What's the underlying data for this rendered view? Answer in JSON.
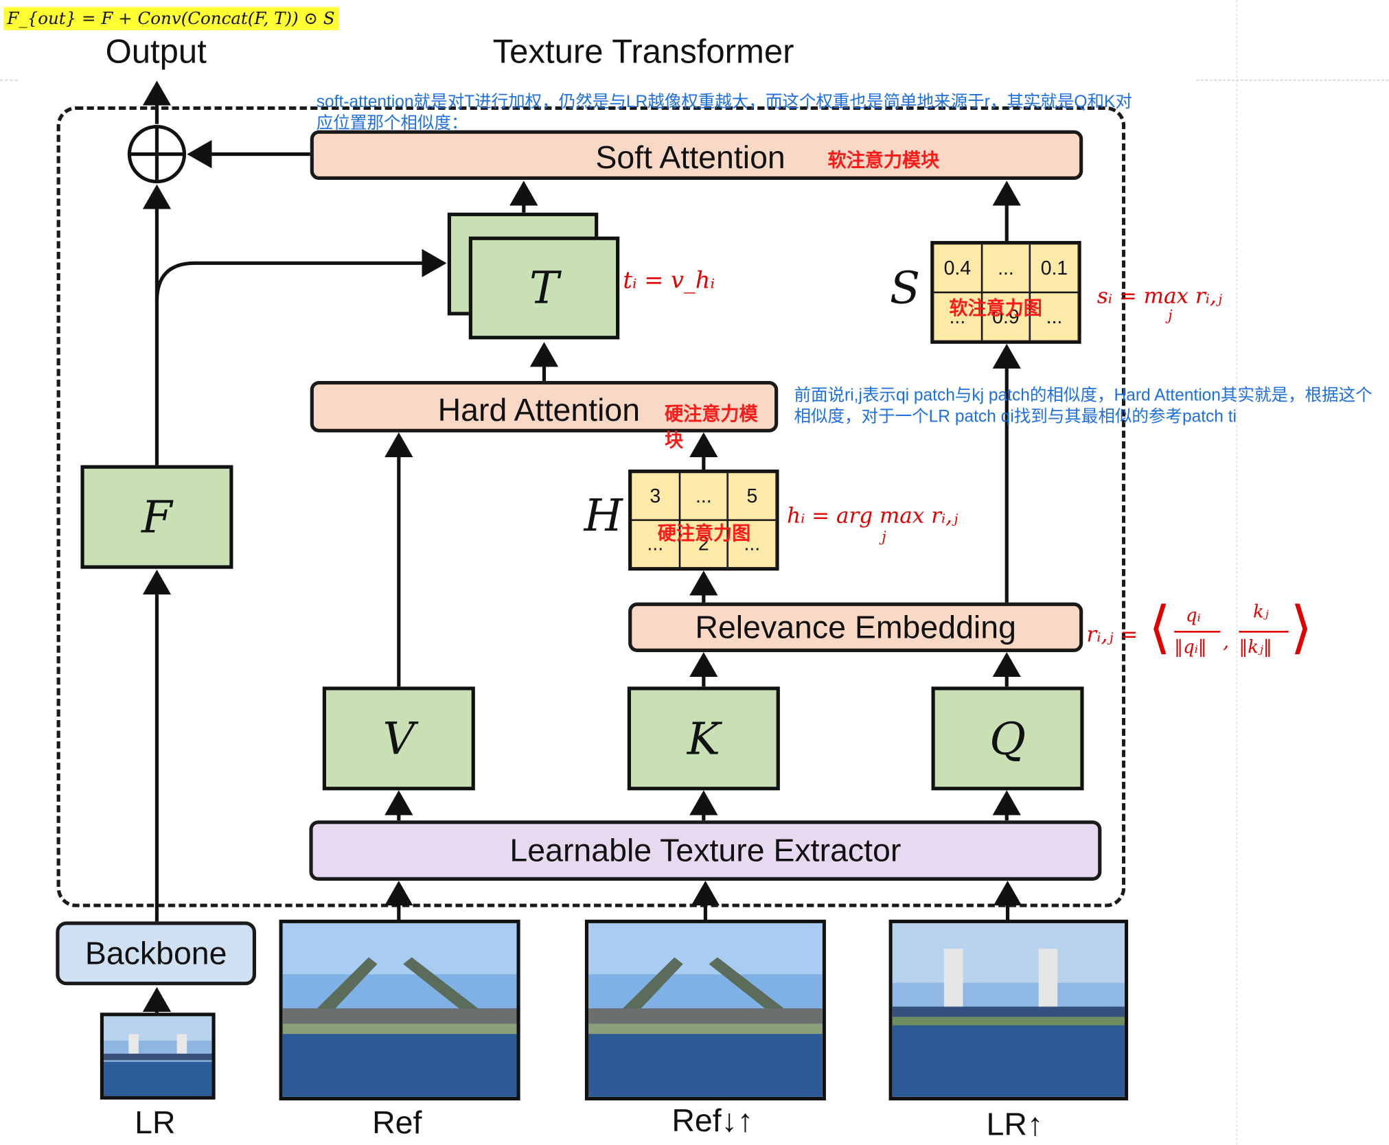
{
  "formula": "F_{out} = F + Conv(Concat(F, T)) ⊙ S",
  "labels": {
    "output": "Output",
    "title": "Texture Transformer",
    "soft_attention": "Soft Attention",
    "hard_attention": "Hard Attention",
    "relevance_embedding": "Relevance Embedding",
    "lte": "Learnable Texture Extractor",
    "backbone": "Backbone",
    "F": "F",
    "T": "T",
    "V": "V",
    "K": "K",
    "Q": "Q",
    "S": "S",
    "H": "H",
    "in_lr": "LR",
    "in_ref": "Ref",
    "in_ref_du": "Ref↓↑",
    "in_lr_up": "LR↑"
  },
  "annotations": {
    "soft_cn": "软注意力模块",
    "hard_cn": "硬注意力模块",
    "soft_map_cn": "软注意力图",
    "hard_map_cn": "硬注意力图",
    "note_soft": "soft-attention就是对T进行加权，仍然是与LR越像权重越大，而这个权重也是简单地来源于r，其实就是Q和K对应位置那个相似度：",
    "note_hard": "前面说ri,j表示qi patch与kj patch的相似度，Hard Attention其实就是，根据这个相似度，对于一个LR patch qi找到与其最相似的参考patch ti"
  },
  "s_grid": [
    "0.4",
    "...",
    "0.1",
    "...",
    "0.9",
    "..."
  ],
  "h_grid": [
    "3",
    "...",
    "5",
    "...",
    "2",
    "..."
  ],
  "math": {
    "t_eq": "tᵢ = v_hᵢ",
    "s_eq": "sᵢ = max rᵢ,ⱼ",
    "s_sub": "j",
    "h_eq": "hᵢ = arg max rᵢ,ⱼ",
    "h_sub": "j",
    "r_lhs": "rᵢ,ⱼ =",
    "r_q": "qᵢ",
    "r_qn": "‖qᵢ‖",
    "r_k": "kⱼ",
    "r_kn": "‖kⱼ‖",
    "comma": ","
  },
  "colors": {
    "peach": "#f9d9c6",
    "green": "#c8e0b4",
    "lavender": "#e6d9f0",
    "backbone": "#cfe0f3",
    "grid": "#fdeaa8",
    "red": "#ff1a1a",
    "blue_note": "#1e6fe0",
    "highlight": "#ffff33"
  }
}
